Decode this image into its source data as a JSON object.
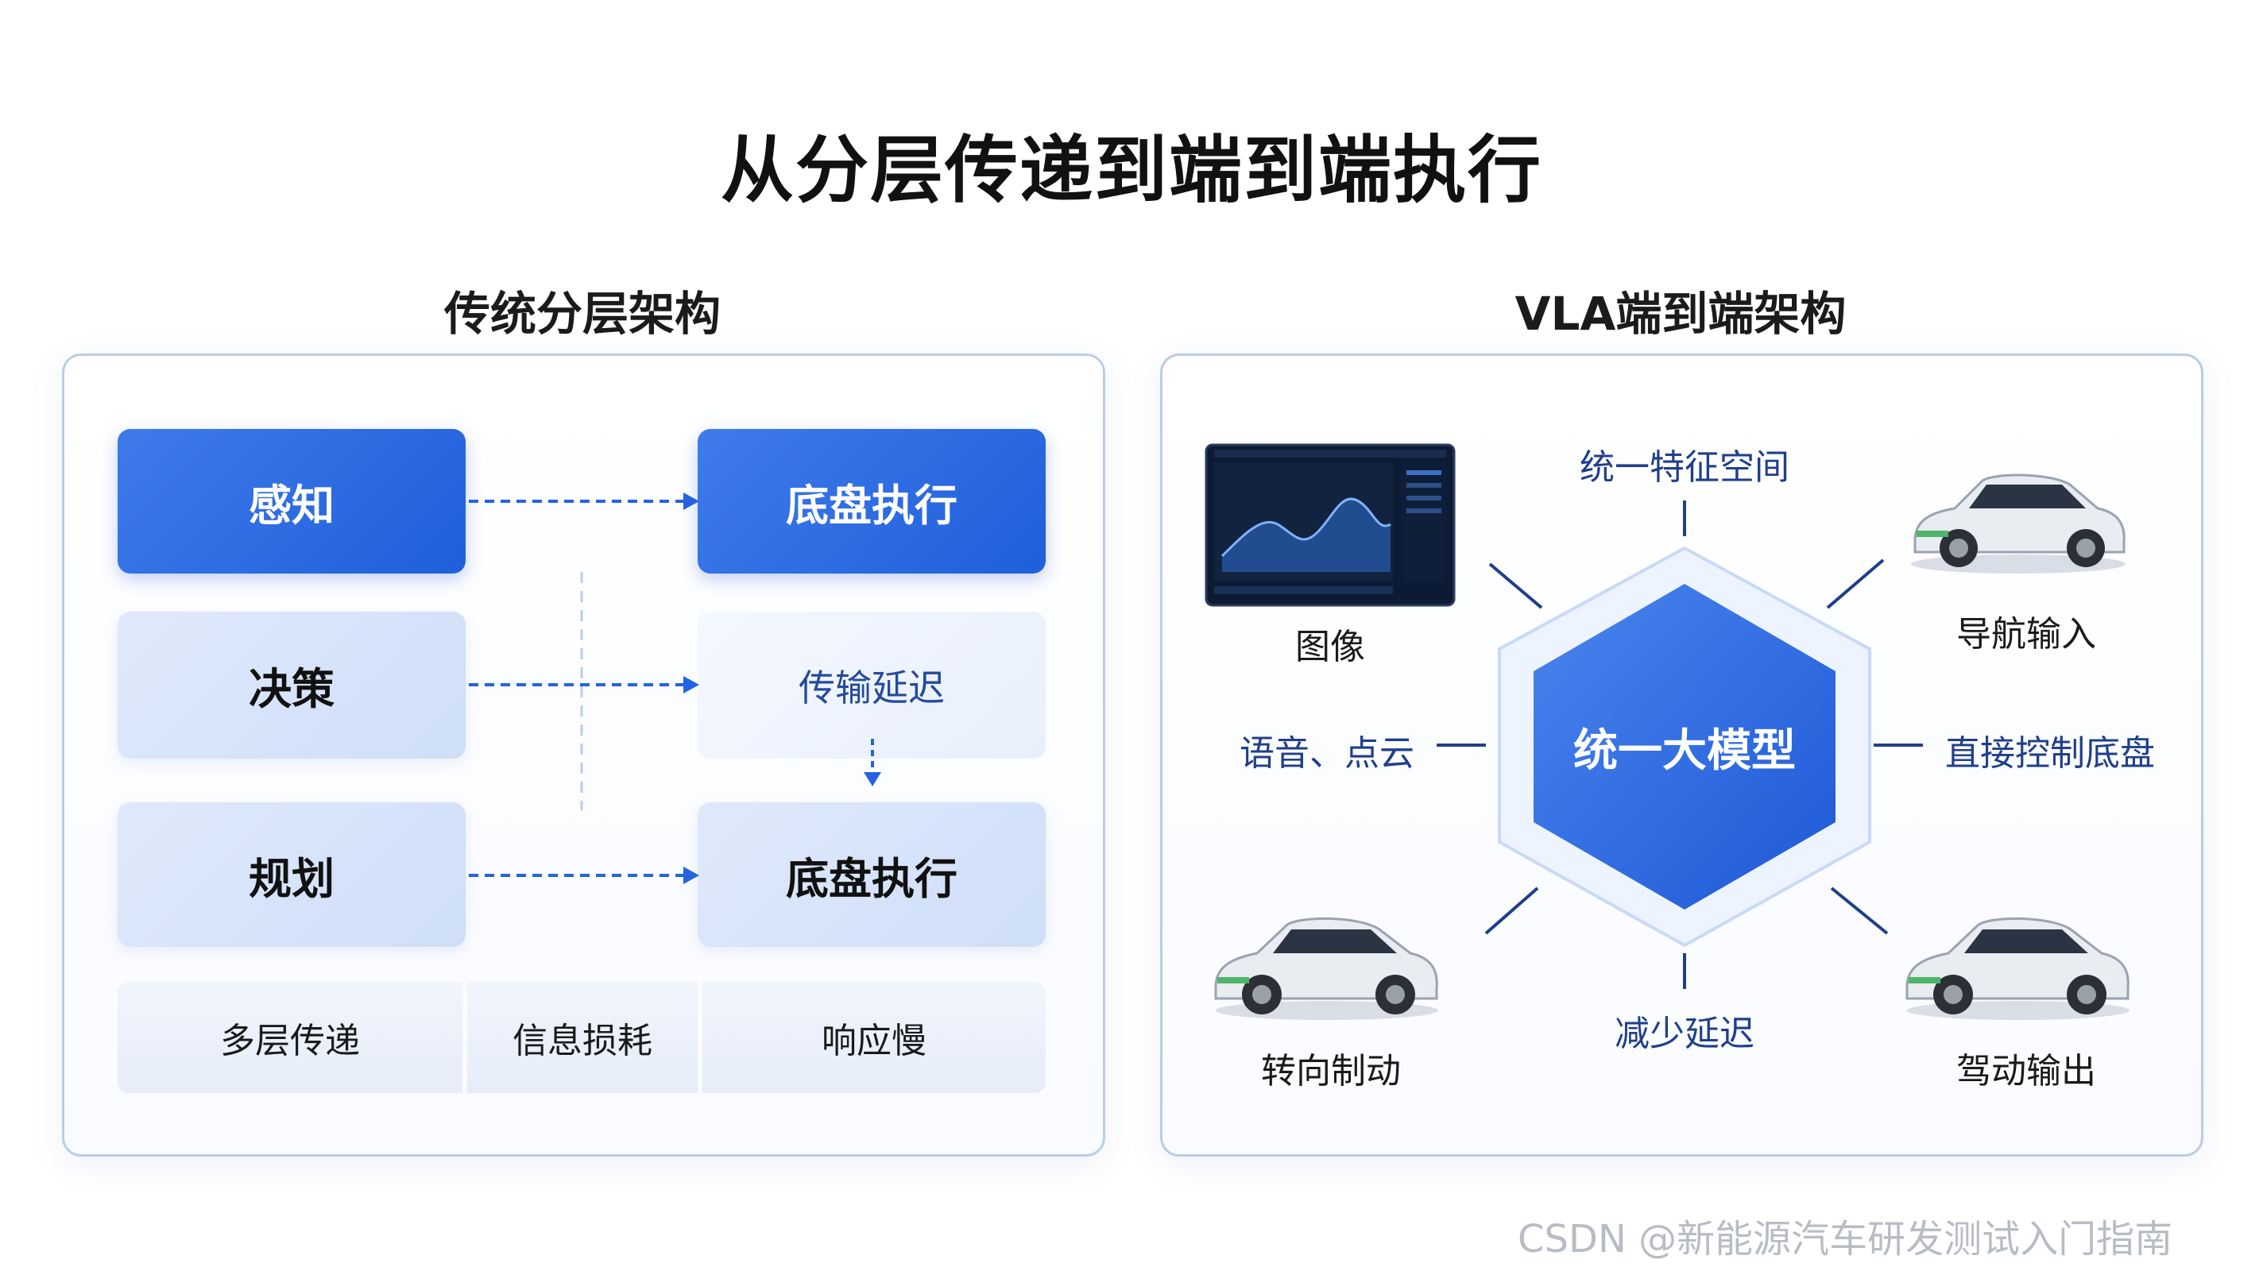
{
  "title": "从分层传递到端到端执行",
  "left": {
    "title": "传统分层架构",
    "boxes": {
      "perception": "感知",
      "chassis_top": "底盘执行",
      "decision": "决策",
      "delay": "传输延迟",
      "planning": "规划",
      "chassis_bottom": "底盘执行"
    },
    "footer": [
      "多层传递",
      "信息损耗",
      "响应慢"
    ]
  },
  "right": {
    "title": "VLA端到端架构",
    "center": "统一大模型",
    "labels": {
      "top": "统一特征空间",
      "bottom": "减少延迟",
      "left": "语音、点云",
      "right": "直接控制底盘"
    },
    "items": {
      "image": "图像",
      "nav_input": "导航输入",
      "steer_brake": "转向制动",
      "drive_output": "驾动输出"
    }
  },
  "watermark": "CSDN @新能源汽车研发测试入门指南",
  "colors": {
    "primary_blue": "#2563e0",
    "light_blue": "#d6e3fa",
    "label_blue": "#1f3f8a",
    "panel_border": "#b9cde8"
  }
}
